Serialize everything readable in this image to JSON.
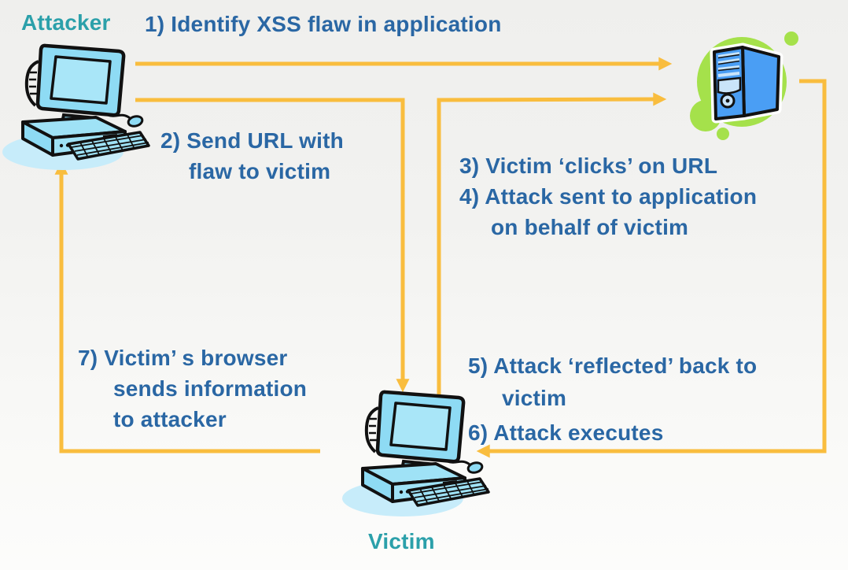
{
  "labels": {
    "attacker": "Attacker",
    "victim": "Victim"
  },
  "steps": {
    "s1": "1) Identify XSS flaw in application",
    "s2_line1": "2) Send URL with",
    "s2_line2": "flaw to victim",
    "s3": "3) Victim ‘clicks’ on URL",
    "s4_line1": "4) Attack sent to application",
    "s4_line2": "on behalf of victim",
    "s5_line1": "5) Attack ‘reflected’ back to",
    "s5_line2": "victim",
    "s6": "6) Attack executes",
    "s7_line1": "7) Victim’ s browser",
    "s7_line2": "sends information",
    "s7_line3": "to attacker"
  },
  "icons": {
    "attacker_computer": "desktop-computer-icon",
    "victim_computer": "desktop-computer-icon",
    "server": "server-tower-icon"
  },
  "colors": {
    "step_text": "#2A67A4",
    "label_text": "#2BA0AA",
    "arrow": "#F9BD3E",
    "server_green": "#A5E14B",
    "server_blue": "#4A9EF4",
    "computer_blue": "#8EDBF4"
  }
}
